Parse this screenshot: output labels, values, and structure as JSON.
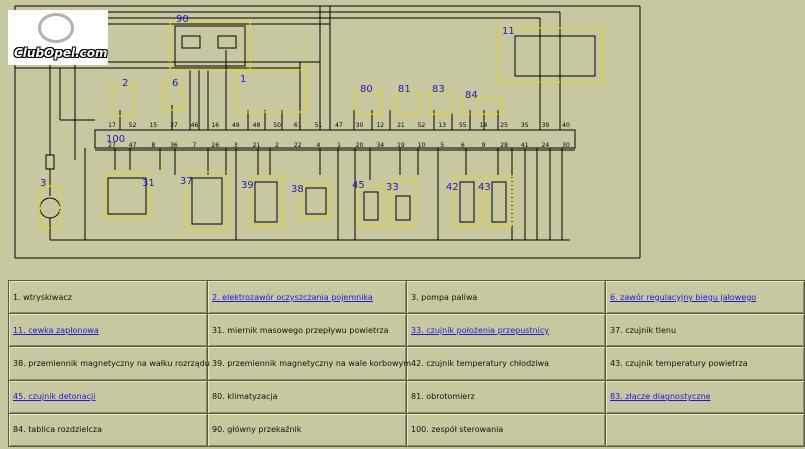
{
  "logo": {
    "text": "ClubOpel.com"
  },
  "components": [
    {
      "id": "90",
      "label": "90",
      "color": "#1a1ad0"
    },
    {
      "id": "2",
      "label": "2",
      "color": "#1a1ad0"
    },
    {
      "id": "6",
      "label": "6",
      "color": "#1a1ad0"
    },
    {
      "id": "1a",
      "label": "1",
      "color": "#1a1ad0"
    },
    {
      "id": "80",
      "label": "80",
      "color": "#1a1ad0"
    },
    {
      "id": "81",
      "label": "81",
      "color": "#1a1ad0"
    },
    {
      "id": "83",
      "label": "83",
      "color": "#1a1ad0"
    },
    {
      "id": "84",
      "label": "84",
      "color": "#1a1ad0"
    },
    {
      "id": "11",
      "label": "11",
      "color": "#1a1ad0"
    },
    {
      "id": "100",
      "label": "100",
      "color": "#1a1ad0"
    },
    {
      "id": "3",
      "label": "3",
      "color": "#1a1ad0"
    },
    {
      "id": "31",
      "label": "31",
      "color": "#1a1ad0"
    },
    {
      "id": "37",
      "label": "37",
      "color": "#1a1ad0"
    },
    {
      "id": "39",
      "label": "39",
      "color": "#1a1ad0"
    },
    {
      "id": "38",
      "label": "38",
      "color": "#1a1ad0"
    },
    {
      "id": "45",
      "label": "45",
      "color": "#1a1ad0"
    },
    {
      "id": "33",
      "label": "33",
      "color": "#1a1ad0"
    },
    {
      "id": "42",
      "label": "42",
      "color": "#1a1ad0"
    },
    {
      "id": "43",
      "label": "43",
      "color": "#1a1ad0"
    }
  ],
  "pins_top": [
    "17",
    "52",
    "15",
    "37",
    "46",
    "16",
    "49",
    "48",
    "50",
    "61",
    "51",
    "47",
    "30",
    "12",
    "21",
    "52",
    "13",
    "55",
    "14",
    "25",
    "35",
    "39",
    "40"
  ],
  "pins_bottom": [
    "27",
    "47",
    "8",
    "36",
    "7",
    "26",
    "3",
    "21",
    "2",
    "22",
    "4",
    "1",
    "20",
    "34",
    "19",
    "10",
    "5",
    "6",
    "9",
    "28",
    "41",
    "24",
    "30"
  ],
  "legend": [
    [
      {
        "text": "1. wtryskiwacz",
        "link": false
      },
      {
        "text": "2. elektrozawór oczyszczania pojemnika",
        "link": true
      },
      {
        "text": "3. pompa paliwa",
        "link": false
      },
      {
        "text": "6. zawór regulacyjny biegu jałowego",
        "link": true
      }
    ],
    [
      {
        "text": "11. cewka zapłonowa",
        "link": true
      },
      {
        "text": "31. miernik masowego przepływu powietrza",
        "link": false
      },
      {
        "text": "33. czujnik położenia przepustnicy",
        "link": true
      },
      {
        "text": "37. czujnik tlenu",
        "link": false
      }
    ],
    [
      {
        "text": "38. przemiennik magnetyczny na wałku rozrządu",
        "link": false
      },
      {
        "text": "39. przemiennik magnetyczny na wale korbowym",
        "link": false
      },
      {
        "text": "42. czujnik temperatury chłodziwa",
        "link": false
      },
      {
        "text": "43. czujnik temperatury powietrza",
        "link": false
      }
    ],
    [
      {
        "text": "45. czujnik detonacji",
        "link": true
      },
      {
        "text": "80. klimatyzacja",
        "link": false
      },
      {
        "text": "81. obrotomierz",
        "link": false
      },
      {
        "text": "83. złącze diagnostyczne",
        "link": true
      }
    ],
    [
      {
        "text": "84. tablica rozdzielcza",
        "link": false
      },
      {
        "text": "90. główny przekaźnik",
        "link": false
      },
      {
        "text": "100. zespół sterowania",
        "link": false
      },
      {
        "text": "",
        "link": false
      }
    ]
  ]
}
